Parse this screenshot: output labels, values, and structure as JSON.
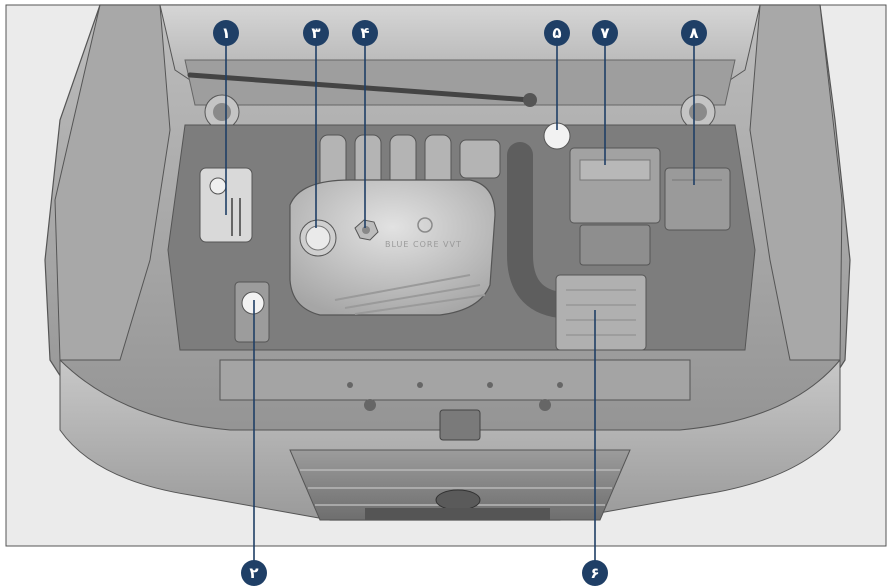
{
  "colors": {
    "callout_fill": "#1f3f66",
    "leader_line": "#1f3f66",
    "frame_border": "#555555",
    "background": "#ffffff"
  },
  "engine_cover_text": "BLUE CORE VVT",
  "callouts": [
    {
      "id": "1",
      "label": "۱"
    },
    {
      "id": "2",
      "label": "۲"
    },
    {
      "id": "3",
      "label": "۳"
    },
    {
      "id": "4",
      "label": "۴"
    },
    {
      "id": "5",
      "label": "۵"
    },
    {
      "id": "6",
      "label": "۶"
    },
    {
      "id": "7",
      "label": "۷"
    },
    {
      "id": "8",
      "label": "۸"
    }
  ]
}
